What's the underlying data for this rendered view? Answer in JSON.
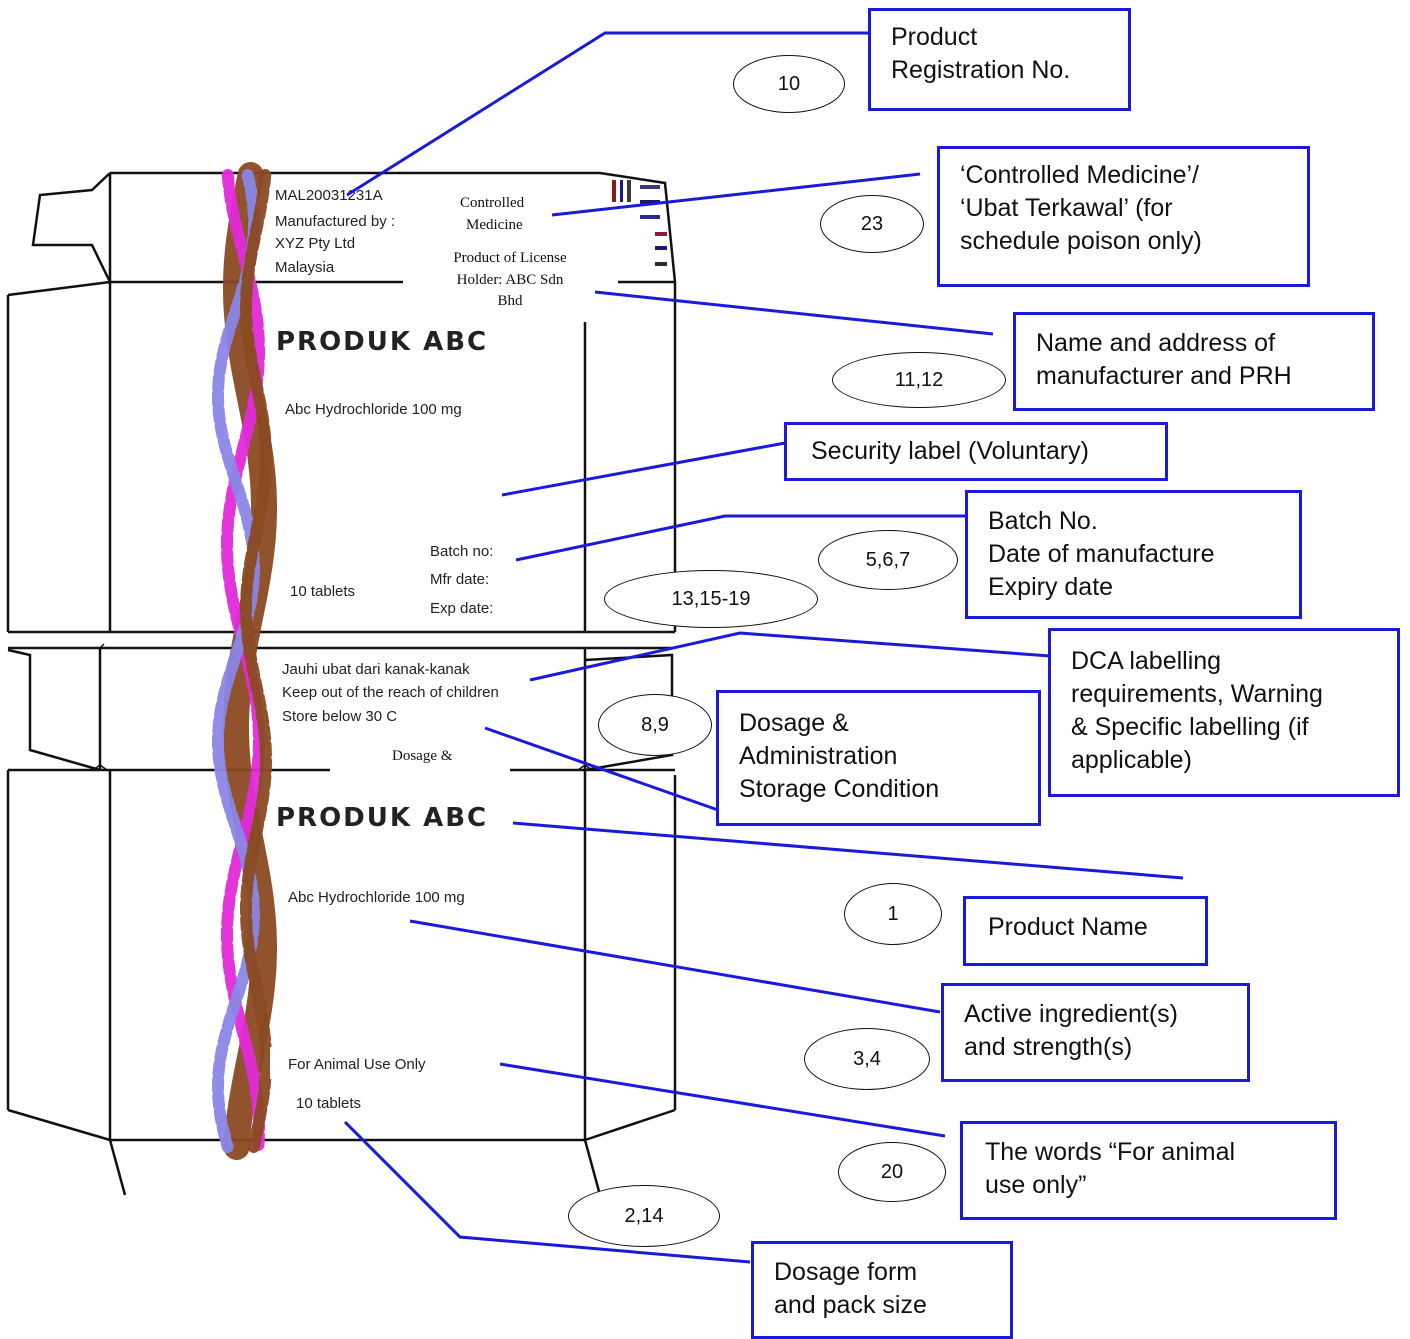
{
  "carton": {
    "reg_no": "MAL20031231A",
    "manufactured_by": "Manufactured by :",
    "manufacturer_name": "XYZ Pty Ltd",
    "manufacturer_country": "Malaysia",
    "controlled_line1": "Controlled",
    "controlled_line2": "Medicine",
    "license_line1": "Product of License",
    "license_line2": "Holder:  ABC Sdn",
    "license_line3": "Bhd",
    "product_name_top": "PRODUK ABC",
    "ingredient_top": "Abc Hydrochloride 100 mg",
    "batch_no": "Batch no:",
    "mfr_date": "Mfr date:",
    "exp_date": "Exp date:",
    "pack_size_top": "10 tablets",
    "warning_malay": "Jauhi ubat dari kanak-kanak",
    "warning_english": "Keep out of the reach of children",
    "storage": "Store below 30 C",
    "dosage_cut": "Dosage &",
    "product_name_bottom": "PRODUK ABC",
    "ingredient_bottom": "Abc Hydrochloride 100 mg",
    "animal_use": "For Animal Use Only",
    "pack_size_bottom": "10 tablets"
  },
  "callouts": [
    {
      "id": "product-registration",
      "text": "Product\nRegistration No.",
      "number": "10"
    },
    {
      "id": "controlled-medicine",
      "text": "‘Controlled Medicine’/\n‘Ubat Terkawal’ (for\nschedule poison only)",
      "number": "23"
    },
    {
      "id": "manufacturer-prh",
      "text": "Name and address of\nmanufacturer and PRH",
      "number": "11,12"
    },
    {
      "id": "security-label",
      "text": "Security label (Voluntary)",
      "number": ""
    },
    {
      "id": "batch-dates",
      "text": "Batch No.\nDate of manufacture\nExpiry date",
      "number": "5,6,7"
    },
    {
      "id": "dca-labelling",
      "text": "DCA labelling\nrequirements, Warning\n& Specific labelling (if\napplicable)",
      "number": "13,15-19"
    },
    {
      "id": "dosage-storage",
      "text": "Dosage &\nAdministration\nStorage Condition",
      "number": "8,9"
    },
    {
      "id": "product-name",
      "text": "Product Name",
      "number": "1"
    },
    {
      "id": "active-ingredient",
      "text": "Active ingredient(s)\nand strength(s)",
      "number": "3,4"
    },
    {
      "id": "animal-use",
      "text": "The words “For animal\nuse only”",
      "number": "20"
    },
    {
      "id": "dosage-form",
      "text": "Dosage form\nand pack size",
      "number": "2,14"
    }
  ],
  "colors": {
    "leader_line": "#1a1adc",
    "stripe_magenta": "#e22ad8",
    "stripe_brown": "#8a4a22",
    "stripe_periwinkle": "#8a86e6"
  }
}
